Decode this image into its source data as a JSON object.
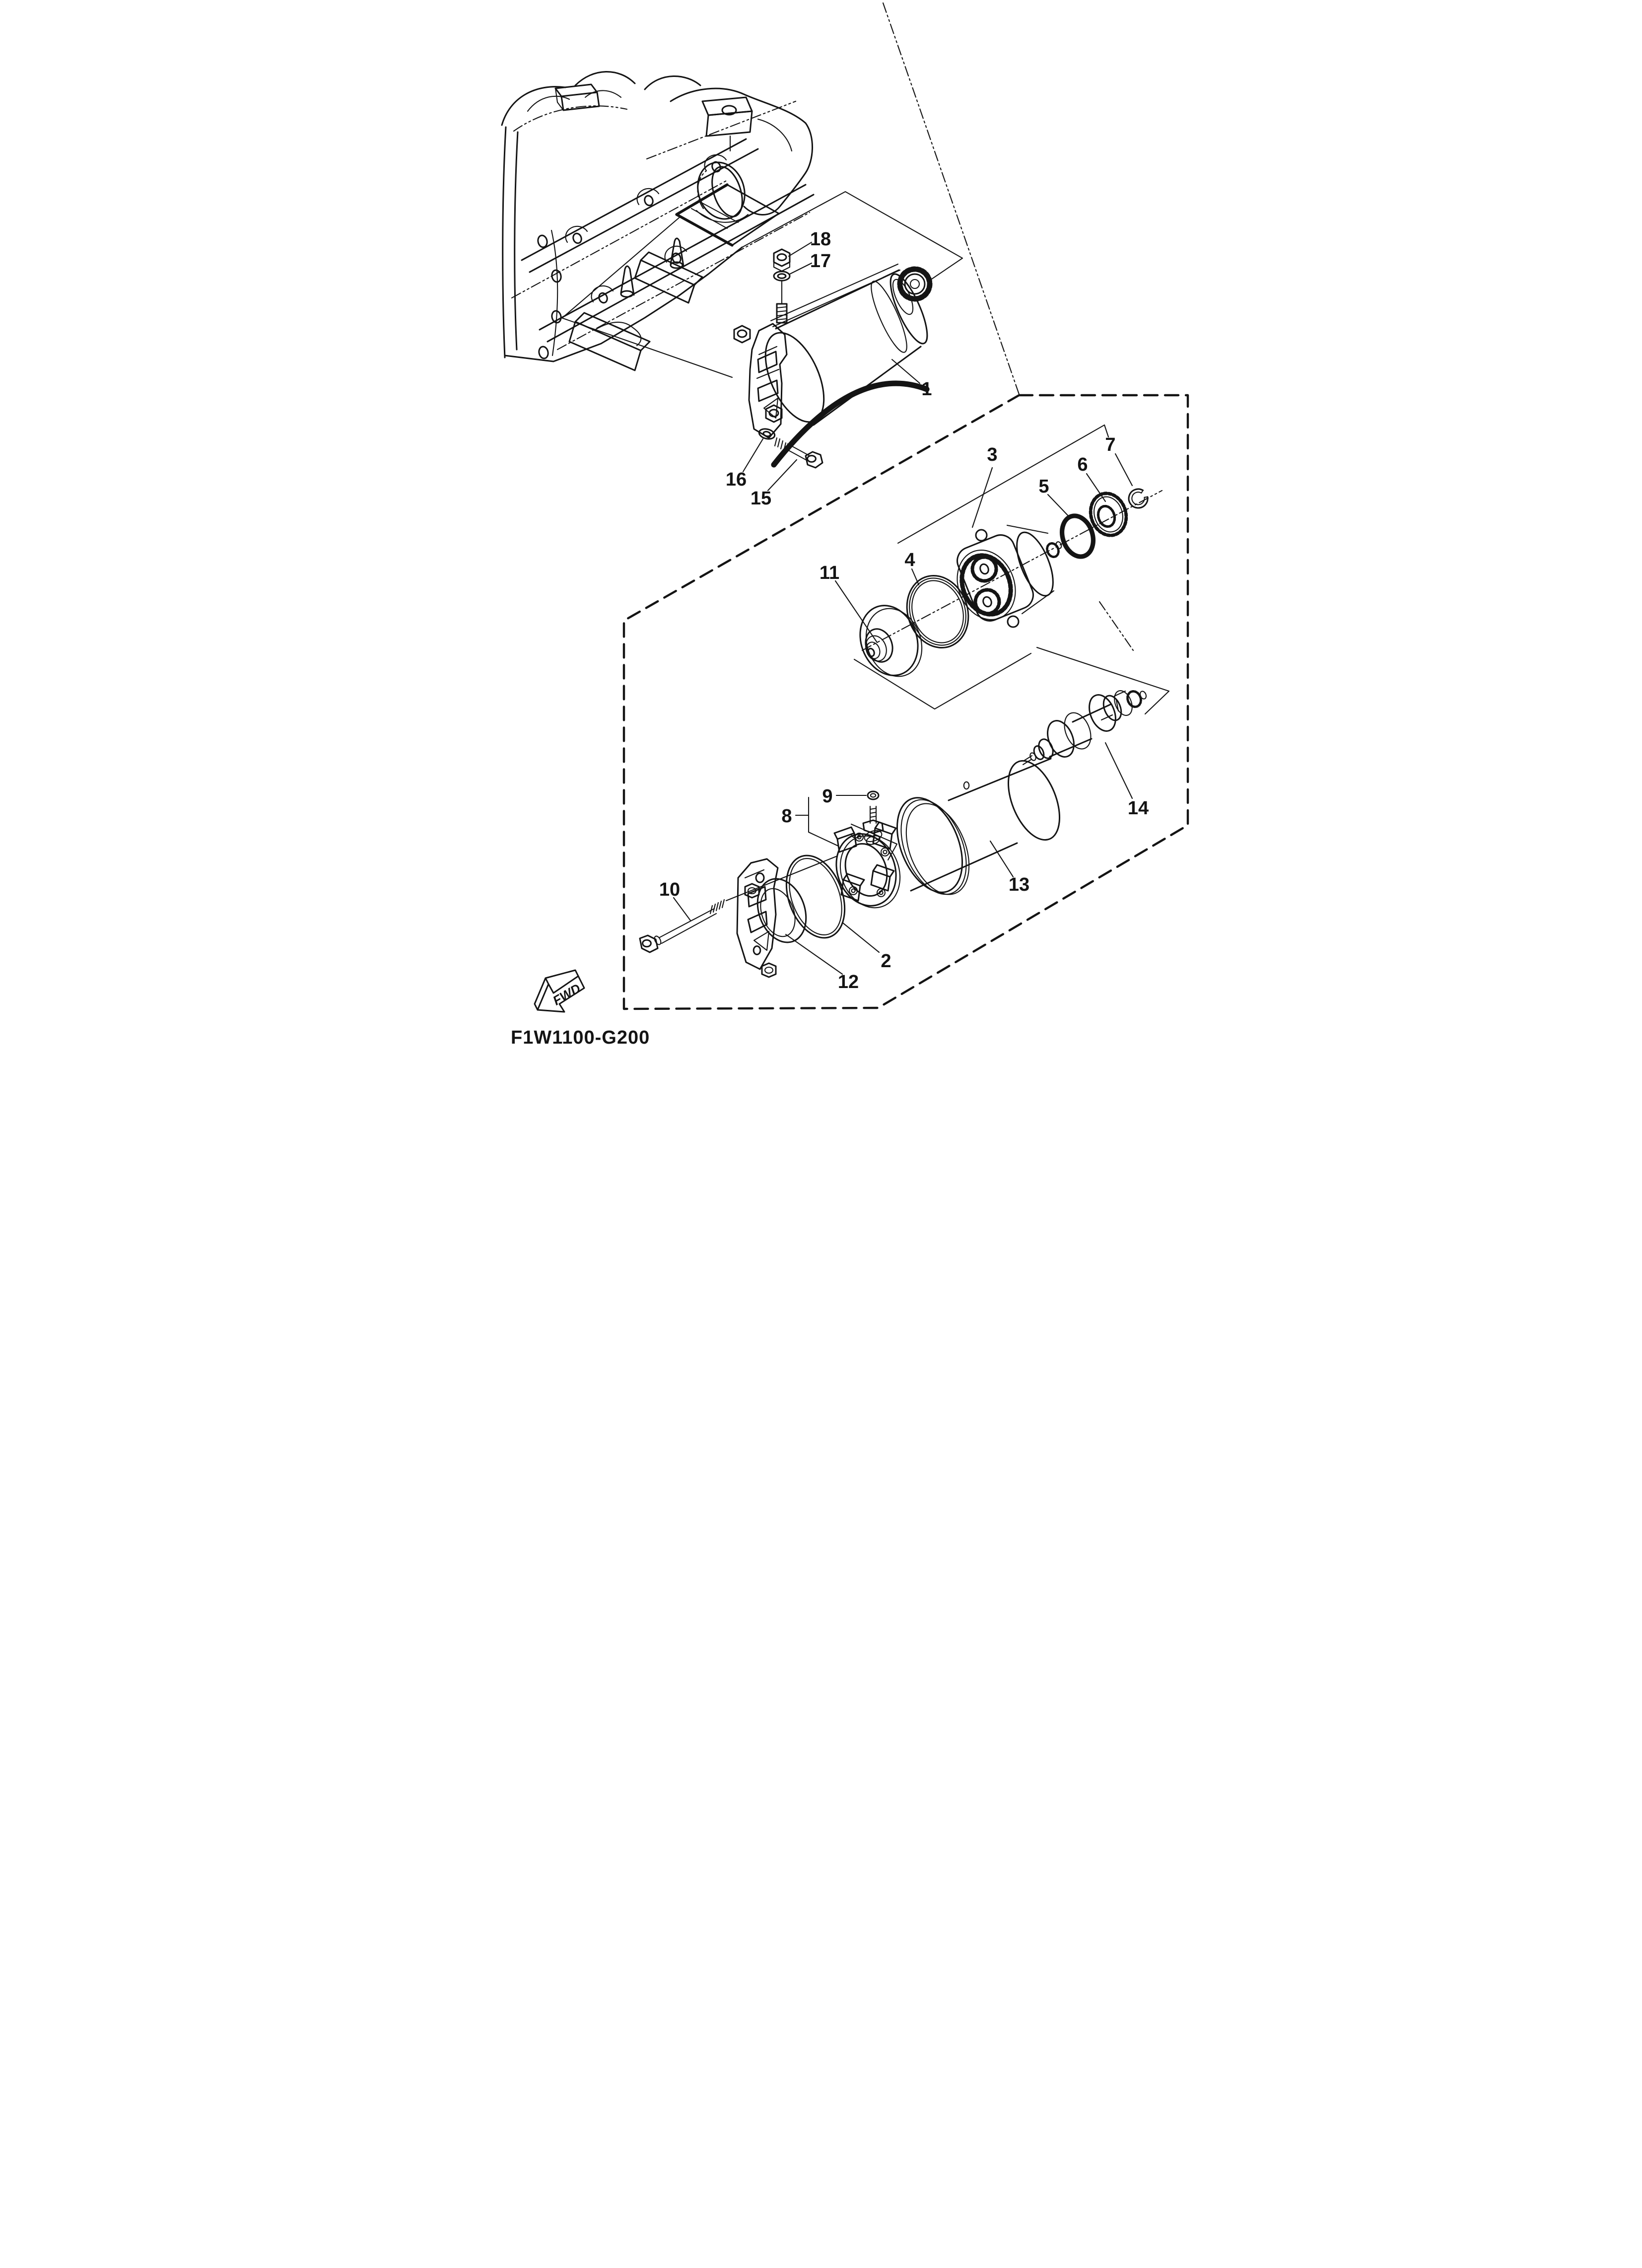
{
  "figure": {
    "code": "F1W1100-G200",
    "direction_label": "FWD"
  },
  "callouts": [
    "1",
    "2",
    "3",
    "4",
    "5",
    "6",
    "7",
    "8",
    "9",
    "10",
    "11",
    "12",
    "13",
    "14",
    "15",
    "16",
    "17",
    "18"
  ]
}
